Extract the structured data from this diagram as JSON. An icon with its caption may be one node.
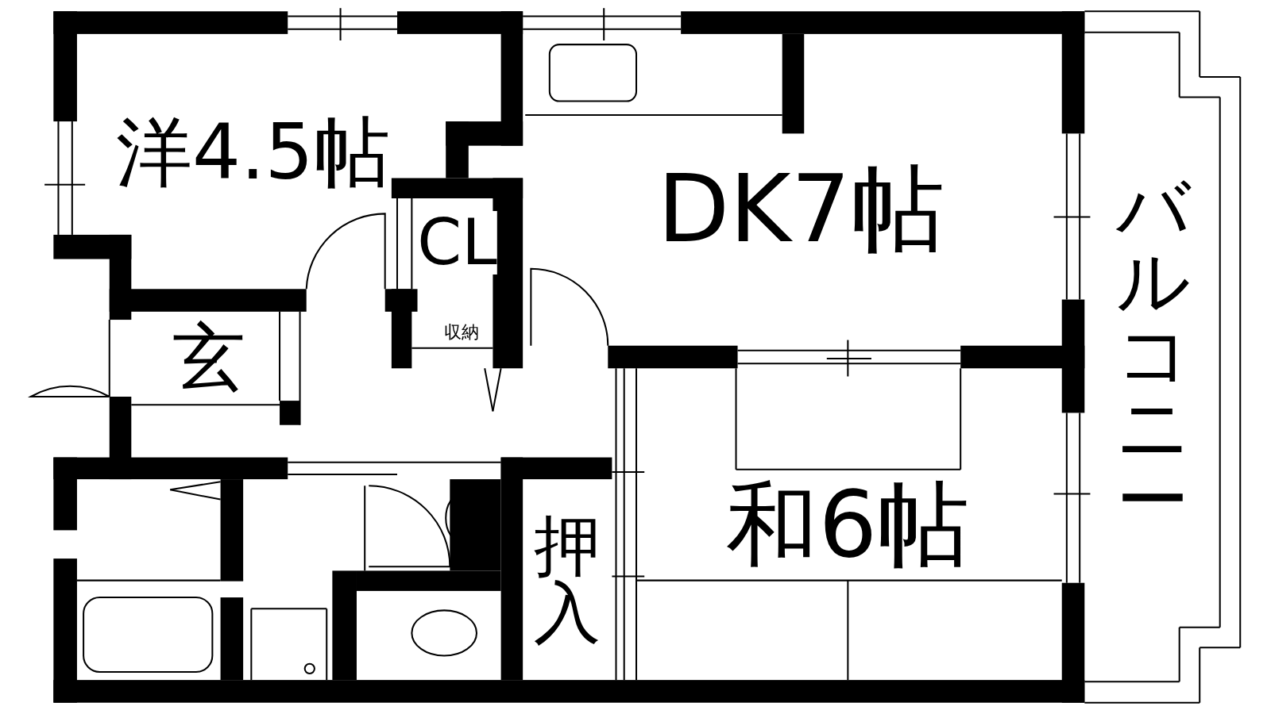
{
  "diagram": {
    "labels": [
      "洋4.5帖",
      "DK7帖",
      "バルコニー",
      "CL",
      "玄",
      "収納",
      "押入",
      "和6帖"
    ]
  }
}
